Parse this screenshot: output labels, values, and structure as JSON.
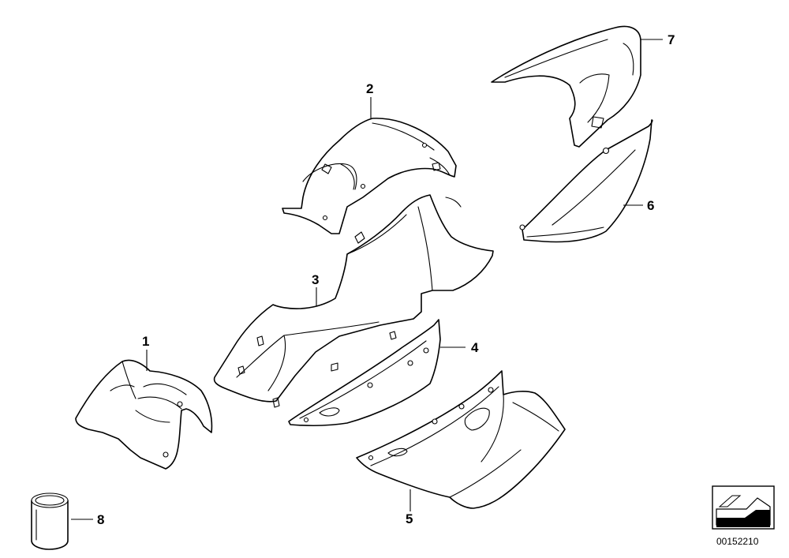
{
  "callouts": {
    "c1": "1",
    "c2": "2",
    "c3": "3",
    "c4": "4",
    "c5": "5",
    "c6": "6",
    "c7": "7",
    "c8": "8"
  },
  "doc_number": "00152210",
  "icons": {
    "corner_badge": "arrow-badge-icon"
  }
}
